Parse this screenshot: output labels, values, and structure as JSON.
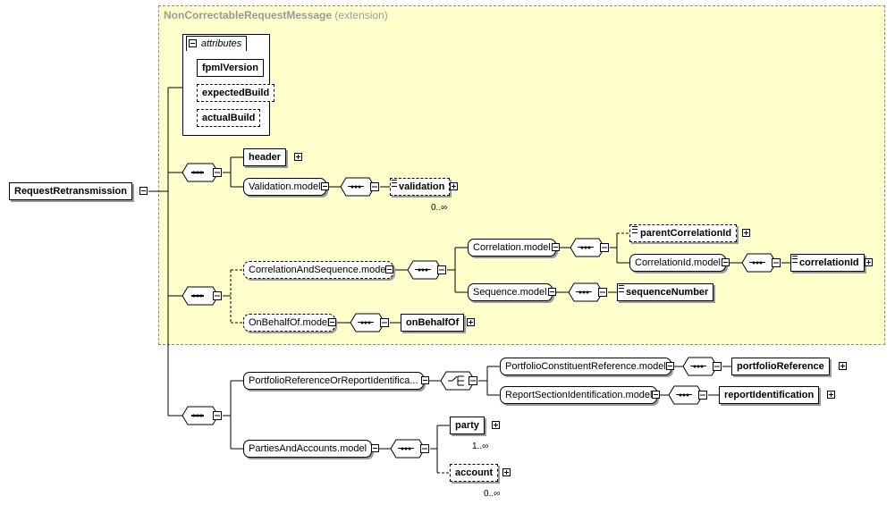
{
  "extension": {
    "name": "NonCorrectableRequestMessage",
    "kind": "(extension)"
  },
  "attributes": {
    "header": "attributes",
    "items": [
      "fpmlVersion",
      "expectedBuild",
      "actualBuild"
    ]
  },
  "root": "RequestRetransmission",
  "nodes": {
    "header": "header",
    "validation_model": "Validation.model",
    "validation": "validation",
    "validation_card": "0..∞",
    "corr_and_seq": "CorrelationAndSequence.model",
    "correlation_model": "Correlation.model",
    "parent_correlation_id": "parentCorrelationId",
    "correlation_id_model": "CorrelationId.model",
    "correlation_id": "correlationId",
    "sequence_model": "Sequence.model",
    "sequence_number": "sequenceNumber",
    "on_behalf_of_model": "OnBehalfOf.model",
    "on_behalf_of": "onBehalfOf",
    "portfolio_or_report": "PortfolioReferenceOrReportIdentifica...",
    "portfolio_constituent": "PortfolioConstituentReference.model",
    "portfolio_reference": "portfolioReference",
    "report_section": "ReportSectionIdentification.model",
    "report_identification": "reportIdentification",
    "parties_and_accounts": "PartiesAndAccounts.model",
    "party": "party",
    "party_card": "1..∞",
    "account": "account",
    "account_card": "0..∞"
  }
}
